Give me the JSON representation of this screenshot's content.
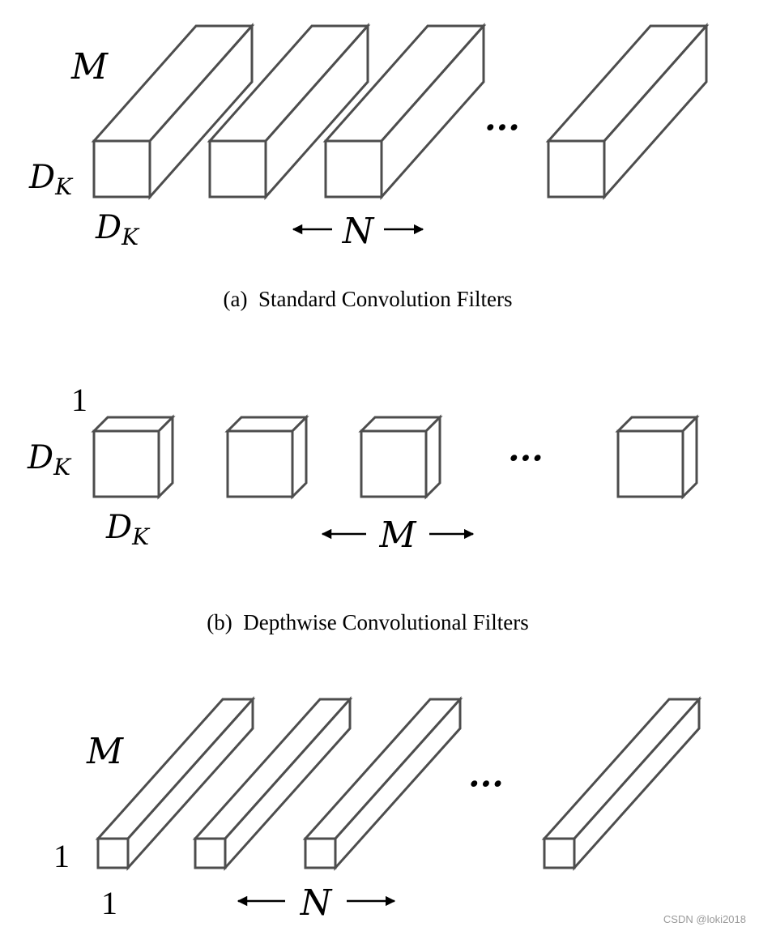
{
  "panels": [
    {
      "id": "a",
      "caption": "(a)  Standard Convolution Filters",
      "depth_label": "M",
      "height_label": "D",
      "height_sub": "K",
      "width_label": "D",
      "width_sub": "K",
      "count_label": "N",
      "ellipsis": "···"
    },
    {
      "id": "b",
      "caption": "(b)  Depthwise Convolutional Filters",
      "depth_label": "1",
      "height_label": "D",
      "height_sub": "K",
      "width_label": "D",
      "width_sub": "K",
      "count_label": "M",
      "ellipsis": "···"
    },
    {
      "id": "c",
      "caption": "",
      "depth_label": "M",
      "height_label": "1",
      "width_label": "1",
      "count_label": "N",
      "ellipsis": "···"
    }
  ],
  "watermark": "CSDN @loki2018",
  "colors": {
    "outline": "#4d4d4d",
    "text": "#000000",
    "watermark": "#9a9a9a"
  }
}
